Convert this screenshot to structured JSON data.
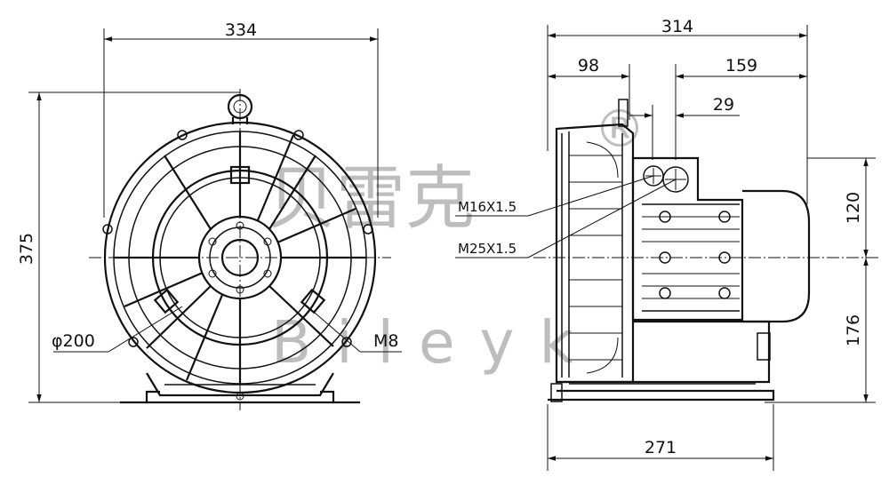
{
  "dimensions": {
    "front_width": "334",
    "front_height": "375",
    "side_width": "314",
    "side_98": "98",
    "side_159": "159",
    "side_29": "29",
    "side_120": "120",
    "side_176": "176",
    "side_base": "271"
  },
  "annotations": {
    "inlet_diameter": "φ200",
    "bolt": "M8",
    "port_small": "M16X1.5",
    "port_large": "M25X1.5"
  },
  "watermark": {
    "chinese": "贝雷克",
    "english": "Bileyk",
    "registered": "®"
  },
  "colors": {
    "line": "#111111",
    "watermark": "#bdbdbd",
    "background": "#ffffff"
  }
}
